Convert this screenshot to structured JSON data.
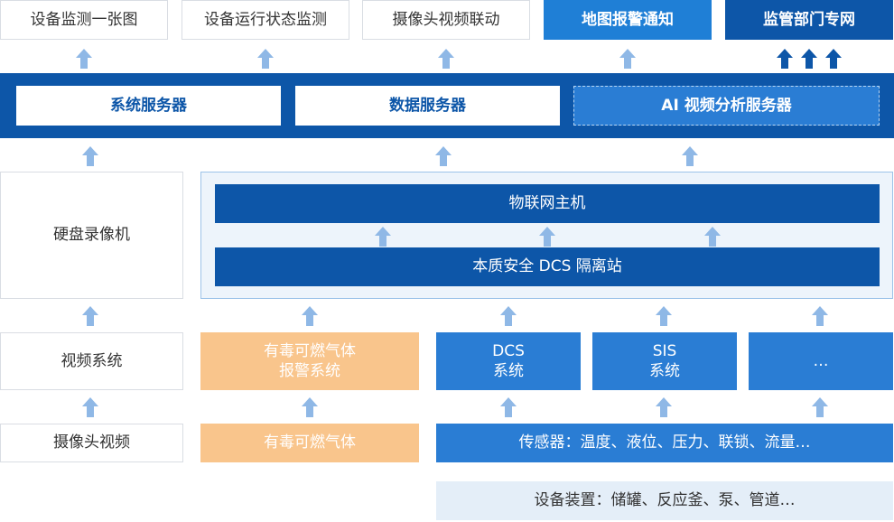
{
  "top_row": {
    "device_monitor": "设备监测一张图",
    "equipment_status": "设备运行状态监测",
    "camera_linkage": "摄像头视频联动",
    "map_alarm": "地图报警通知",
    "regulator_network": "监管部门专网"
  },
  "servers": {
    "system": "系统服务器",
    "data": "数据服务器",
    "ai_video": "AI 视频分析服务器"
  },
  "left_column": {
    "nvr": "硬盘录像机",
    "video_system": "视频系统",
    "camera_video": "摄像头视频"
  },
  "iot": {
    "host": "物联网主机",
    "isolation_station": "本质安全 DCS 隔离站"
  },
  "subsystems": {
    "gas_alarm": "有毒可燃气体\n报警系统",
    "dcs": "DCS\n系统",
    "sis": "SIS\n系统",
    "more": "…"
  },
  "sources": {
    "gas": "有毒可燃气体",
    "sensors": "传感器：温度、液位、压力、联锁、流量…",
    "equipment": "设备装置：储罐、反应釜、泵、管道…"
  },
  "colors": {
    "dark_blue": "#0d56a8",
    "mid_blue": "#2a7dd4",
    "peach": "#f9c58c",
    "arrow_blue": "#8fb8e6"
  }
}
